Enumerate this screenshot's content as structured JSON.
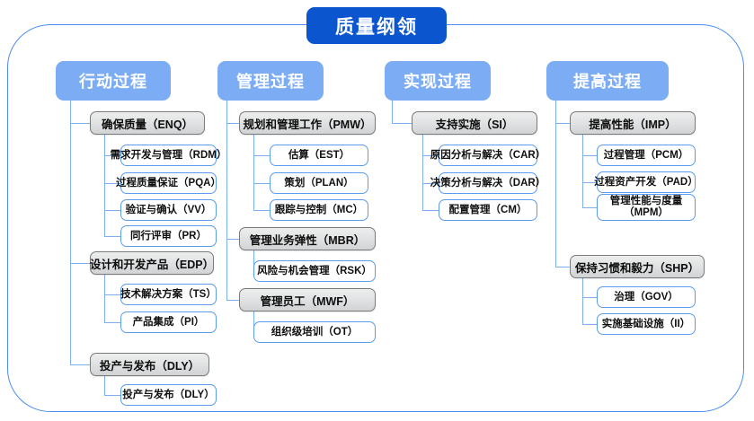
{
  "title": "质量纲领",
  "columns": [
    {
      "header": "行动过程",
      "groups": [
        {
          "label": "确保质量（ENQ）",
          "children": [
            "需求开发与管理（RDM）",
            "过程质量保证（PQA）",
            "验证与确认（VV）",
            "同行评审（PR）"
          ]
        },
        {
          "label": "设计和开发产品（EDP）",
          "children": [
            "技术解决方案（TS）",
            "产品集成（PI）"
          ]
        },
        {
          "label": "投产与发布（DLY）",
          "children": [
            "投产与发布（DLY）"
          ]
        }
      ]
    },
    {
      "header": "管理过程",
      "groups": [
        {
          "label": "规划和管理工作（PMW）",
          "children": [
            "估算（EST）",
            "策划（PLAN）",
            "跟踪与控制（MC）"
          ]
        },
        {
          "label": "管理业务弹性（MBR）",
          "children": [
            "风险与机会管理（RSK）"
          ]
        },
        {
          "label": "管理员工（MWF）",
          "children": [
            "组织级培训（OT）"
          ]
        }
      ]
    },
    {
      "header": "实现过程",
      "groups": [
        {
          "label": "支持实施（SI）",
          "children": [
            "原因分析与解决（CAR）",
            "决策分析与解决（DAR）",
            "配置管理（CM）"
          ]
        }
      ]
    },
    {
      "header": "提高过程",
      "groups": [
        {
          "label": "提高性能（IMP）",
          "children": [
            "过程管理（PCM）",
            "过程资产开发（PAD）",
            "管理性能与度量\n（MPM）"
          ]
        },
        {
          "label": "保持习惯和毅力（SHP）",
          "children": [
            "治理（GOV）",
            "实施基础设施（II）"
          ]
        }
      ]
    }
  ],
  "colors": {
    "title_bg": "#0b56cf",
    "header_bg": "#7cadf4",
    "group_border": "#7b7b7b",
    "leaf_border": "#5b9bf0",
    "frame_border": "#4a8ef0",
    "connector": "#7cb0f2"
  }
}
